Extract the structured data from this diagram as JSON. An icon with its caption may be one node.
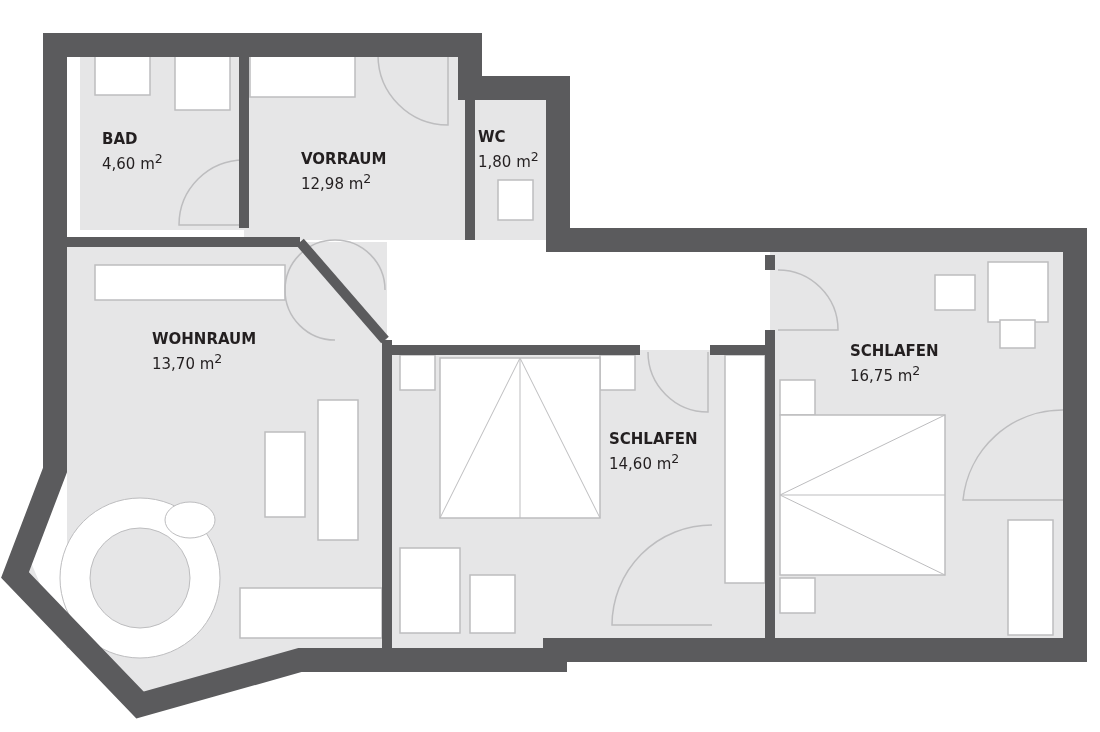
{
  "diagram": {
    "nodes": [
      {
        "text": [
          "BAD",
          "4,60 m$^{2}$"
        ]
      },
      {
        "text": [
          "VORRAUM",
          "12,98 m$^{2}$"
        ]
      },
      {
        "text": [
          "WC",
          "1,80 m$^{2}$"
        ]
      },
      {
        "text": [
          "WOHNRAUM",
          "13,70 m$^{2}$"
        ]
      },
      {
        "text": [
          "SCHLAFEN",
          "14,60 m$^{2}$"
        ]
      },
      {
        "text": [
          "SCHLAFEN",
          "16,75 m$^{2}$"
        ]
      }
    ]
  }
}
